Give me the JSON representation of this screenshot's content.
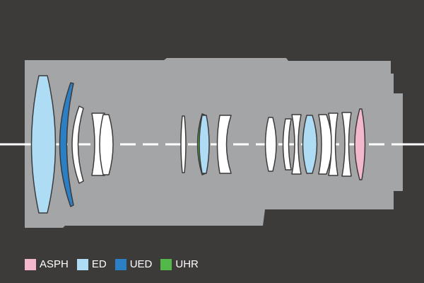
{
  "colors": {
    "background": "#3d3a3a",
    "barrel": "#a3a5a7",
    "axis": "#ffffff",
    "lens_standard": "#ffffff",
    "lens_outline": "#3d3a3a",
    "ASPH": "#f4b8cc",
    "ED": "#aedcf4",
    "UED": "#2b7fc4",
    "UHR": "#52b848"
  },
  "legend": [
    {
      "key": "ASPH",
      "label": "ASPH",
      "color": "#f4b8cc"
    },
    {
      "key": "ED",
      "label": "ED",
      "color": "#aedcf4"
    },
    {
      "key": "UED",
      "label": "UED",
      "color": "#2b7fc4"
    },
    {
      "key": "UHR",
      "label": "UHR",
      "color": "#52b848"
    }
  ],
  "elements": [
    {
      "id": 1,
      "type": "ED",
      "shape": "biconvex-large"
    },
    {
      "id": 2,
      "type": "UED",
      "shape": "meniscus"
    },
    {
      "id": 3,
      "type": "standard",
      "shape": "meniscus"
    },
    {
      "id": 4,
      "type": "standard",
      "shape": "concave"
    },
    {
      "id": 5,
      "type": "standard",
      "shape": "convex"
    },
    {
      "id": 6,
      "type": "standard",
      "shape": "thin"
    },
    {
      "id": 7,
      "type": "UHR",
      "shape": "meniscus"
    },
    {
      "id": 8,
      "type": "ED",
      "shape": "convex"
    },
    {
      "id": 9,
      "type": "standard",
      "shape": "meniscus"
    },
    {
      "id": 10,
      "type": "standard",
      "shape": "convex"
    },
    {
      "id": 11,
      "type": "standard",
      "shape": "meniscus"
    },
    {
      "id": 12,
      "type": "standard",
      "shape": "concave"
    },
    {
      "id": 13,
      "type": "ED",
      "shape": "convex"
    },
    {
      "id": 14,
      "type": "standard",
      "shape": "convex"
    },
    {
      "id": 15,
      "type": "standard",
      "shape": "concave"
    },
    {
      "id": 16,
      "type": "standard",
      "shape": "concave"
    },
    {
      "id": 17,
      "type": "ASPH",
      "shape": "convex"
    }
  ]
}
